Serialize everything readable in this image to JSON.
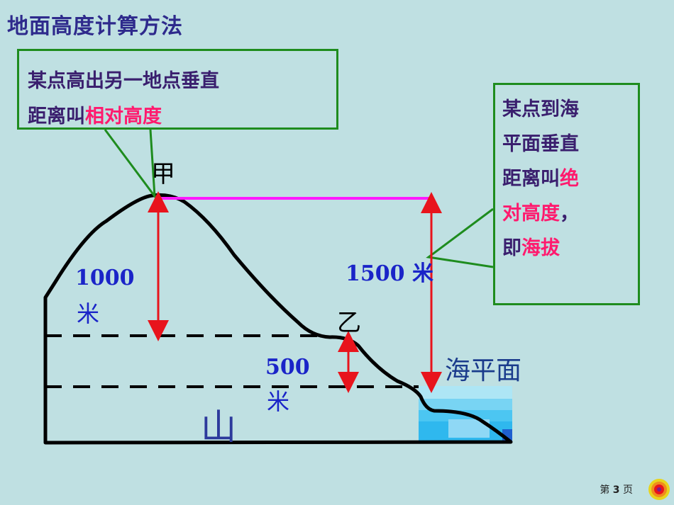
{
  "title": "地面高度计算方法",
  "callout_relative": {
    "line1": "某点高出另一地点垂直",
    "line2_prefix": "距离叫",
    "line2_highlight": "相对高度"
  },
  "callout_absolute": {
    "line1": "某点到海",
    "line2": "平面垂直",
    "line3_prefix": "距离叫",
    "line3_highlight": "绝",
    "line4_highlight": "对高度",
    "line4_suffix": "，",
    "line5_prefix": "即",
    "line5_highlight": "海拔"
  },
  "labels": {
    "peak": "甲",
    "point_b": "乙",
    "sea_level": "海平面",
    "mountain": "山"
  },
  "measurements": {
    "left_value": "1000",
    "left_unit": "米",
    "mid_value": "500",
    "mid_unit": "米",
    "right": "1500 米"
  },
  "footer": {
    "page_prefix": "第",
    "page_number": "3",
    "page_suffix": "页"
  },
  "colors": {
    "background": "#bfe0e2",
    "title": "#2e2a8c",
    "callout_border": "#1e8c1e",
    "highlight": "#ff1a6e",
    "arrow": "#e8141c",
    "magenta_line": "#ff1aff",
    "number_blue": "#1a24c8",
    "water": "#3fc3f0"
  }
}
